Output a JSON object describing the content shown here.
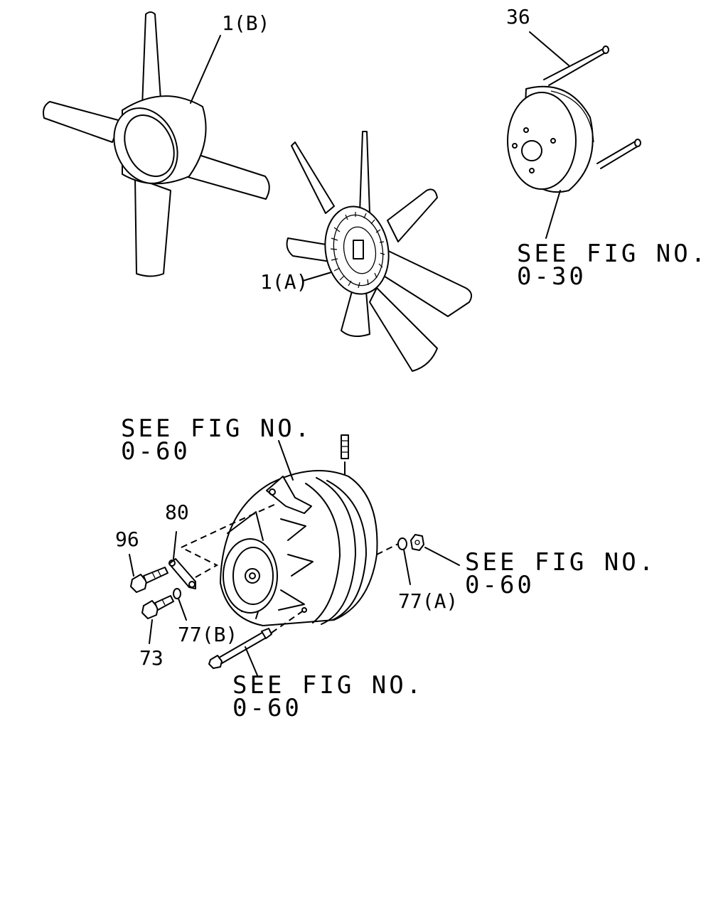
{
  "callouts": {
    "fan_b": "1(B)",
    "fan_a": "1(A)",
    "belt": "36",
    "bracket": "80",
    "bolt_96": "96",
    "bolt_73": "73",
    "washer_77b": "77(B)",
    "washer_77a": "77(A)"
  },
  "references": {
    "pulley": {
      "line1": "SEE FIG NO.",
      "line2": "0-30"
    },
    "alternator_top": {
      "line1": "SEE FIG NO.",
      "line2": "0-60"
    },
    "nut_right": {
      "line1": "SEE FIG NO.",
      "line2": "0-60"
    },
    "long_bolt": {
      "line1": "SEE FIG NO.",
      "line2": "0-60"
    }
  }
}
